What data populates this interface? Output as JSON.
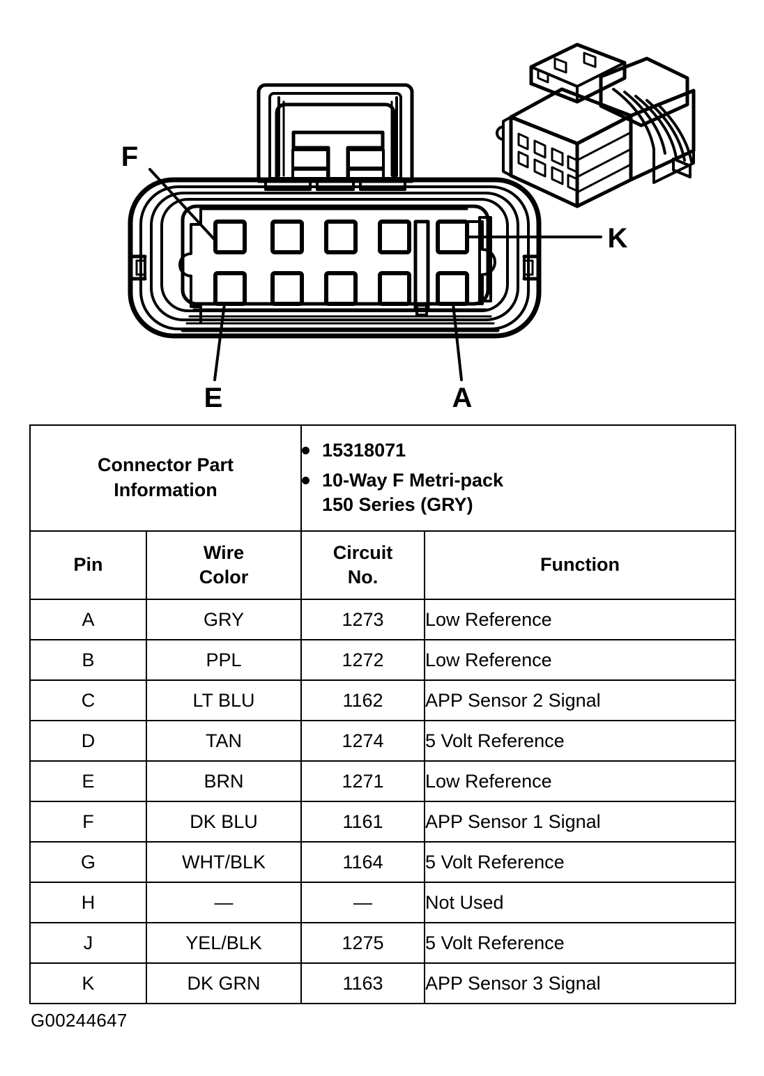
{
  "figure": {
    "id_label": "G00244647",
    "callouts": [
      {
        "label": "F",
        "name": "callout-f"
      },
      {
        "label": "K",
        "name": "callout-k"
      },
      {
        "label": "E",
        "name": "callout-e"
      },
      {
        "label": "A",
        "name": "callout-a"
      }
    ],
    "connector_front_view": {
      "name": "connector-front-view",
      "cavity_rows": 2,
      "cavity_columns": 5,
      "cavity_count": 10
    },
    "connector_iso_view": {
      "name": "connector-isometric-view"
    }
  },
  "table": {
    "part_info_label": "Connector Part\nInformation",
    "part_info_label_line1": "Connector Part",
    "part_info_label_line2": "Information",
    "part_info_items": [
      "15318071",
      "10-Way F Metri-pack 150 Series (GRY)"
    ],
    "part_info_item_1": "15318071",
    "part_info_item_2_line1": "10-Way F Metri-pack",
    "part_info_item_2_line2": "150 Series (GRY)",
    "headers": {
      "pin": "Pin",
      "wire_color_line1": "Wire",
      "wire_color_line2": "Color",
      "circuit_no_line1": "Circuit",
      "circuit_no_line2": "No.",
      "function": "Function"
    },
    "rows": [
      {
        "pin": "A",
        "wire_color": "GRY",
        "circuit_no": "1273",
        "function": "Low Reference"
      },
      {
        "pin": "B",
        "wire_color": "PPL",
        "circuit_no": "1272",
        "function": "Low Reference"
      },
      {
        "pin": "C",
        "wire_color": "LT BLU",
        "circuit_no": "1162",
        "function": "APP Sensor 2 Signal"
      },
      {
        "pin": "D",
        "wire_color": "TAN",
        "circuit_no": "1274",
        "function": "5 Volt Reference"
      },
      {
        "pin": "E",
        "wire_color": "BRN",
        "circuit_no": "1271",
        "function": "Low Reference"
      },
      {
        "pin": "F",
        "wire_color": "DK BLU",
        "circuit_no": "1161",
        "function": "APP Sensor 1 Signal"
      },
      {
        "pin": "G",
        "wire_color": "WHT/BLK",
        "circuit_no": "1164",
        "function": "5 Volt Reference"
      },
      {
        "pin": "H",
        "wire_color": "—",
        "circuit_no": "—",
        "function": "Not Used"
      },
      {
        "pin": "J",
        "wire_color": "YEL/BLK",
        "circuit_no": "1275",
        "function": "5 Volt Reference"
      },
      {
        "pin": "K",
        "wire_color": "DK GRN",
        "circuit_no": "1163",
        "function": "APP Sensor 3 Signal"
      }
    ]
  },
  "colors": {
    "ink": "#000000",
    "paper": "#ffffff"
  }
}
